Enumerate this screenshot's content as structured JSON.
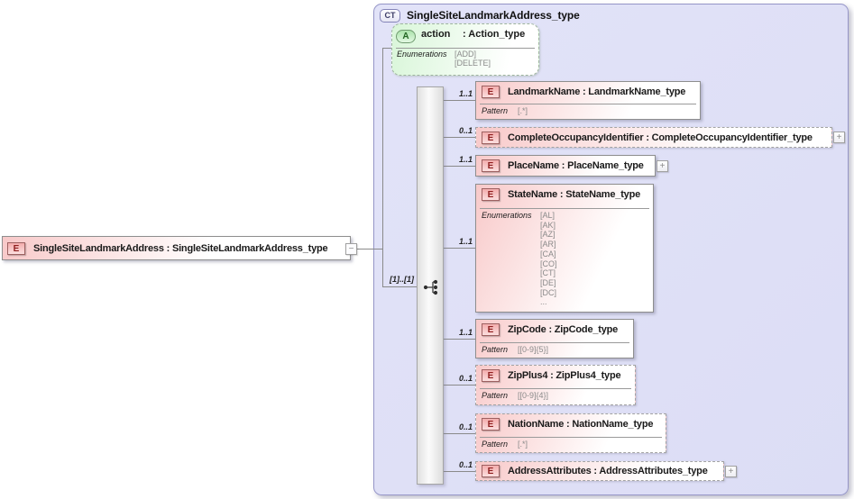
{
  "diagram": {
    "icons": {
      "collapse": "−",
      "expand": "+",
      "sequence": "sequence-compositor"
    },
    "root": {
      "badge": "E",
      "label": "SingleSiteLandmarkAddress : SingleSiteLandmarkAddress_type"
    },
    "complex_type": {
      "badge": "CT",
      "title": "SingleSiteLandmarkAddress_type",
      "attribute": {
        "badge": "A",
        "name": "action",
        "type": ": Action_type",
        "facet_label": "Enumerations",
        "facet_values": [
          "[ADD]",
          "[DELETE]"
        ]
      },
      "group_cardinality": "[1]..[1]",
      "children": [
        {
          "badge": "E",
          "label": "LandmarkName : LandmarkName_type",
          "cardinality": "1..1",
          "facet_label": "Pattern",
          "facet_values": [
            "[.*]"
          ]
        },
        {
          "badge": "E",
          "label": "CompleteOccupancyIdentifier : CompleteOccupancyIdentifier_type",
          "cardinality": "0..1"
        },
        {
          "badge": "E",
          "label": "PlaceName : PlaceName_type",
          "cardinality": "1..1"
        },
        {
          "badge": "E",
          "label": "StateName : StateName_type",
          "cardinality": "1..1",
          "facet_label": "Enumerations",
          "facet_values": [
            "[AL]",
            "[AK]",
            "[AZ]",
            "[AR]",
            "[CA]",
            "[CO]",
            "[CT]",
            "[DE]",
            "[DC]",
            "..."
          ]
        },
        {
          "badge": "E",
          "label": "ZipCode : ZipCode_type",
          "cardinality": "1..1",
          "facet_label": "Pattern",
          "facet_values": [
            "[[0-9]{5}]"
          ]
        },
        {
          "badge": "E",
          "label": "ZipPlus4 : ZipPlus4_type",
          "cardinality": "0..1",
          "facet_label": "Pattern",
          "facet_values": [
            "[[0-9]{4}]"
          ]
        },
        {
          "badge": "E",
          "label": "NationName : NationName_type",
          "cardinality": "0..1",
          "facet_label": "Pattern",
          "facet_values": [
            "[.*]"
          ]
        },
        {
          "badge": "E",
          "label": "AddressAttributes : AddressAttributes_type",
          "cardinality": "0..1"
        }
      ]
    },
    "colors": {
      "container_bg": "#e0e1f7",
      "container_border": "#9696c8",
      "element_fill": "#f8caca",
      "attribute_fill": "#d9f6d9",
      "connector": "#8a8a8a",
      "badge_e_text": "#8f1f1f",
      "badge_a_text": "#226622"
    }
  }
}
